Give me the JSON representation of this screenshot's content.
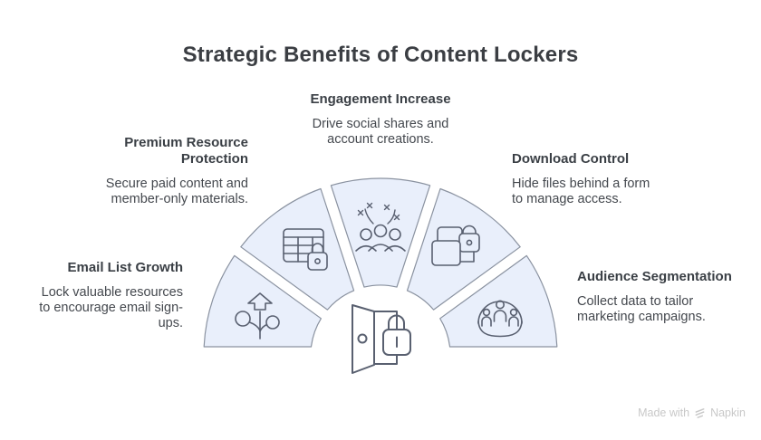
{
  "title": "Strategic Benefits of Content Lockers",
  "benefits": [
    {
      "id": "email-list-growth",
      "heading_lines": [
        "Email List Growth"
      ],
      "desc_lines": [
        "Lock valuable resources",
        "to encourage email sign-",
        "ups."
      ],
      "icon": "growth-sprout-icon"
    },
    {
      "id": "premium-resource-protection",
      "heading_lines": [
        "Premium Resource",
        "Protection"
      ],
      "desc_lines": [
        "Secure paid content and",
        "member-only materials."
      ],
      "icon": "locked-table-icon"
    },
    {
      "id": "engagement-increase",
      "heading_lines": [
        "Engagement Increase"
      ],
      "desc_lines": [
        "Drive social shares and",
        "account creations."
      ],
      "icon": "celebration-people-icon"
    },
    {
      "id": "download-control",
      "heading_lines": [
        "Download Control"
      ],
      "desc_lines": [
        "Hide files behind a form",
        "to manage access."
      ],
      "icon": "locked-files-icon"
    },
    {
      "id": "audience-segmentation",
      "heading_lines": [
        "Audience Segmentation"
      ],
      "desc_lines": [
        "Collect data to tailor",
        "marketing campaigns."
      ],
      "icon": "audience-group-icon"
    }
  ],
  "center_icon": "open-door-lock-icon",
  "footer": {
    "made_with": "Made with",
    "brand": "Napkin",
    "logo": "napkin-logo-icon"
  },
  "colors": {
    "background": "#ffffff",
    "wedge_fill": "#e9effb",
    "wedge_border": "#8a92a0",
    "icon_stroke": "#596070",
    "title_text": "#3b3e43",
    "heading_text": "#3a3f45",
    "body_text": "#44484e",
    "watermark_text": "#c8c8c8"
  }
}
